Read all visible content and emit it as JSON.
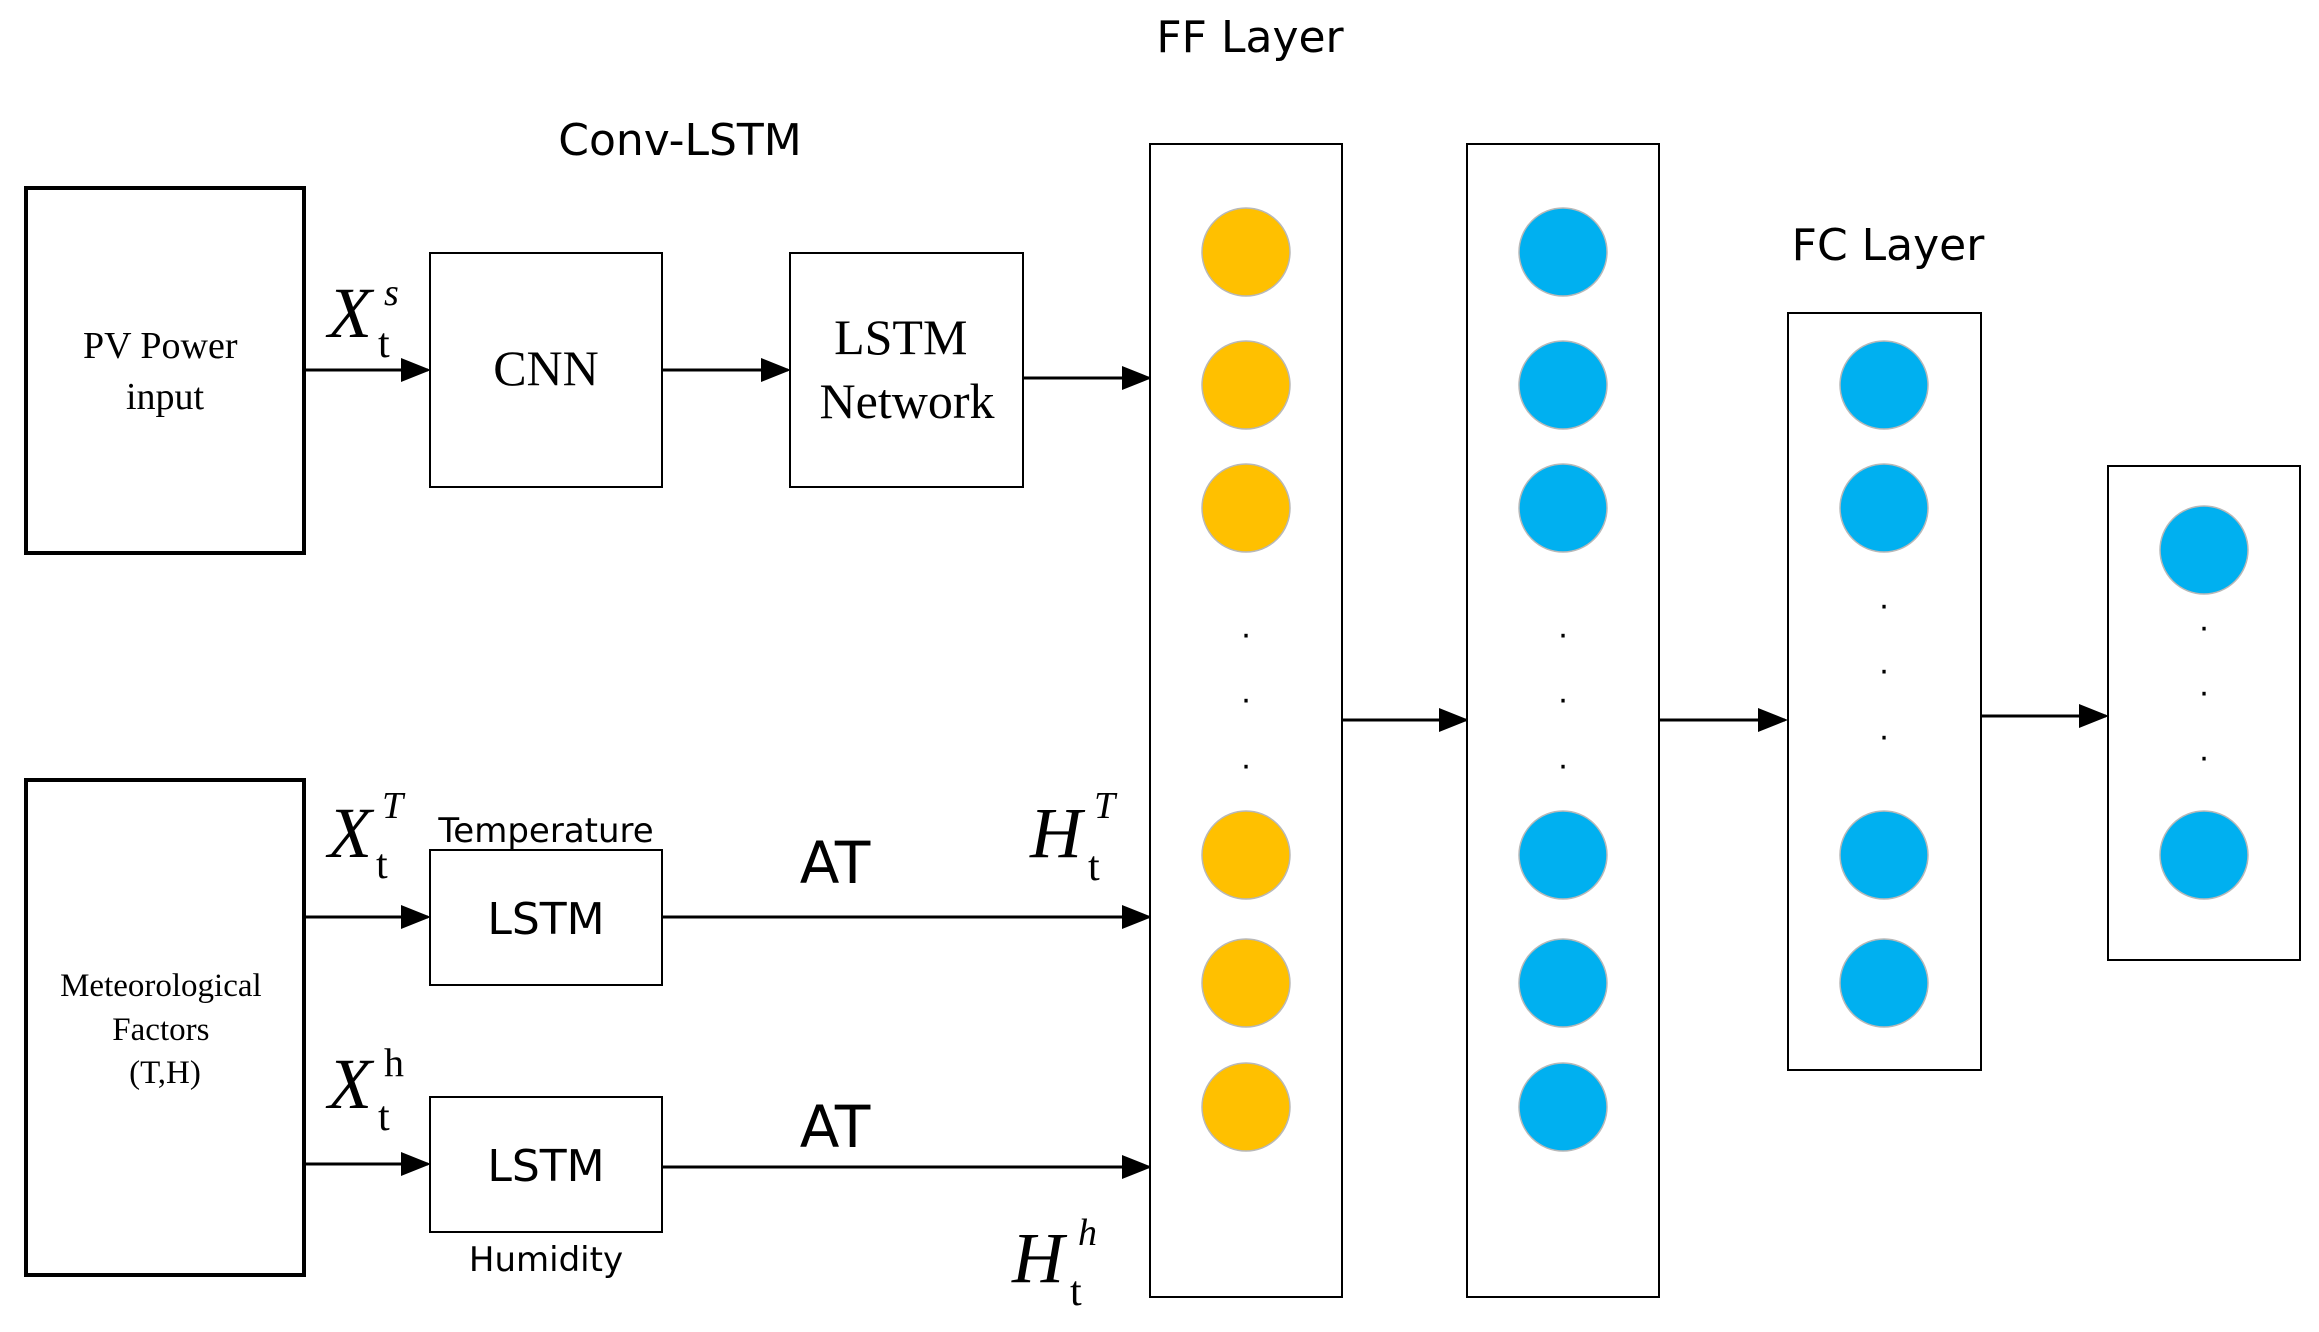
{
  "titles": {
    "ff_layer": "FF Layer",
    "conv_lstm": "Conv-LSTM",
    "fc_layer": "FC Layer"
  },
  "inputs": {
    "pv_power": [
      "PV Power",
      "input"
    ],
    "meteorological": [
      "Meteorological",
      "Factors",
      "(T,H)"
    ]
  },
  "blocks": {
    "cnn": "CNN",
    "lstm_network": [
      "LSTM",
      "Network"
    ],
    "lstm_temperature": "LSTM",
    "lstm_humidity": "LSTM",
    "temperature_label": "Temperature",
    "humidity_label": "Humidity"
  },
  "attention": {
    "temperature": "AT",
    "humidity": "AT"
  },
  "symbols": {
    "x_s": {
      "base": "X",
      "sub": "t",
      "sup": "s"
    },
    "x_T": {
      "base": "X",
      "sub": "t",
      "sup": "T"
    },
    "x_h": {
      "base": "X",
      "sub": "t",
      "sup": "h"
    },
    "h_T": {
      "base": "H",
      "sub": "t",
      "sup": "T"
    },
    "h_h": {
      "base": "H",
      "sub": "t",
      "sup": "h"
    }
  },
  "ellipsis": "·",
  "colors": {
    "ff_neuron": "#FFC000",
    "fc_neuron": "#00B0F0",
    "neuron_outline": "#B8B8B8",
    "stroke": "#000000"
  }
}
